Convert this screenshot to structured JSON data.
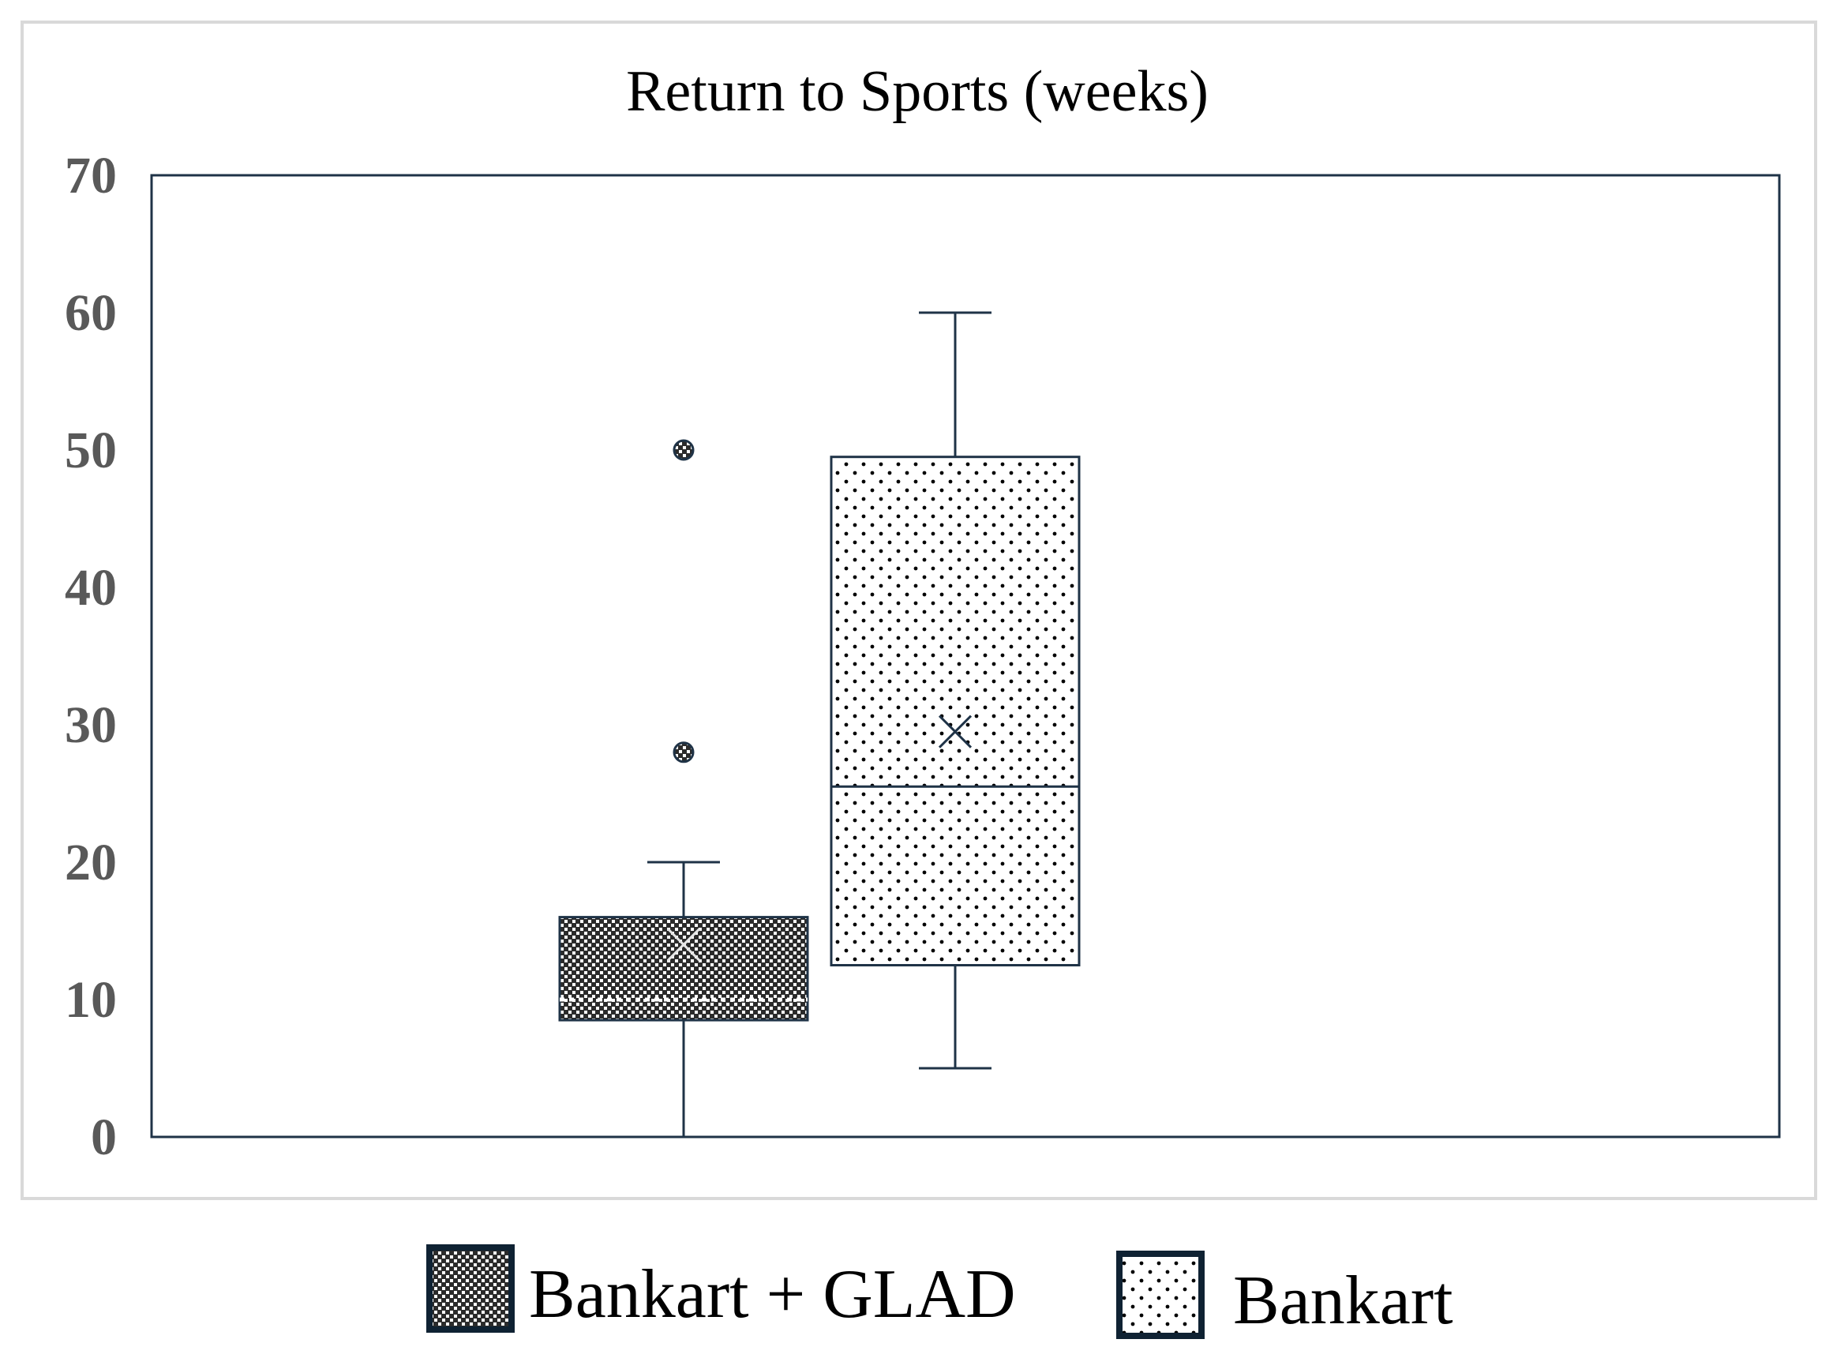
{
  "chart_data": {
    "type": "box",
    "title": "Return to Sports (weeks)",
    "xlabel": "",
    "ylabel": "",
    "ylim": [
      0,
      70
    ],
    "yticks": [
      0,
      10,
      20,
      30,
      40,
      50,
      60,
      70
    ],
    "grid": false,
    "legend_position": "bottom",
    "series": [
      {
        "name": "Bankart + GLAD",
        "pattern": "dense-checker",
        "min": 0,
        "q1": 8.5,
        "median": 10,
        "q3": 16,
        "max": 20,
        "mean": 14,
        "outliers": [
          28,
          50
        ]
      },
      {
        "name": "Bankart",
        "pattern": "sparse-dots",
        "min": 5,
        "q1": 12.5,
        "median": 25.5,
        "q3": 49.5,
        "max": 60,
        "mean": 29.5,
        "outliers": []
      }
    ],
    "colors": {
      "stroke": "#1f3347",
      "frame": "#d9d9d9",
      "tick_text": "#595959"
    }
  }
}
